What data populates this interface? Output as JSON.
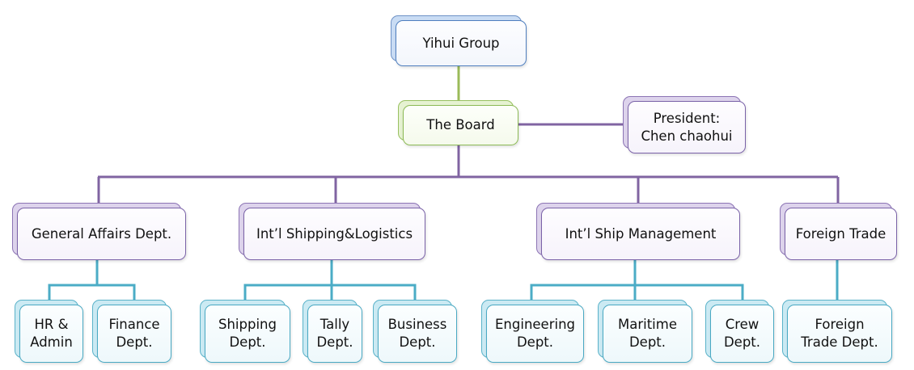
{
  "colors": {
    "root_connector": "#9bbb59",
    "level1_connector": "#8064a2",
    "level2_connector": "#4bacc6"
  },
  "root": {
    "label": "Yihui Group"
  },
  "board": {
    "label": "The Board"
  },
  "president": {
    "label": "President:\nChen chaohui"
  },
  "divisions": [
    {
      "label": "General Affairs Dept.",
      "departments": [
        {
          "label": "HR &\nAdmin"
        },
        {
          "label": "Finance\nDept."
        }
      ]
    },
    {
      "label": "Int’l Shipping&Logistics",
      "departments": [
        {
          "label": "Shipping\nDept."
        },
        {
          "label": "Tally\nDept."
        },
        {
          "label": "Business\nDept."
        }
      ]
    },
    {
      "label": "Int’l Ship Management",
      "departments": [
        {
          "label": "Engineering\nDept."
        },
        {
          "label": "Maritime\nDept."
        },
        {
          "label": "Crew\nDept."
        }
      ]
    },
    {
      "label": "Foreign Trade",
      "departments": [
        {
          "label": "Foreign\nTrade Dept."
        }
      ]
    }
  ]
}
